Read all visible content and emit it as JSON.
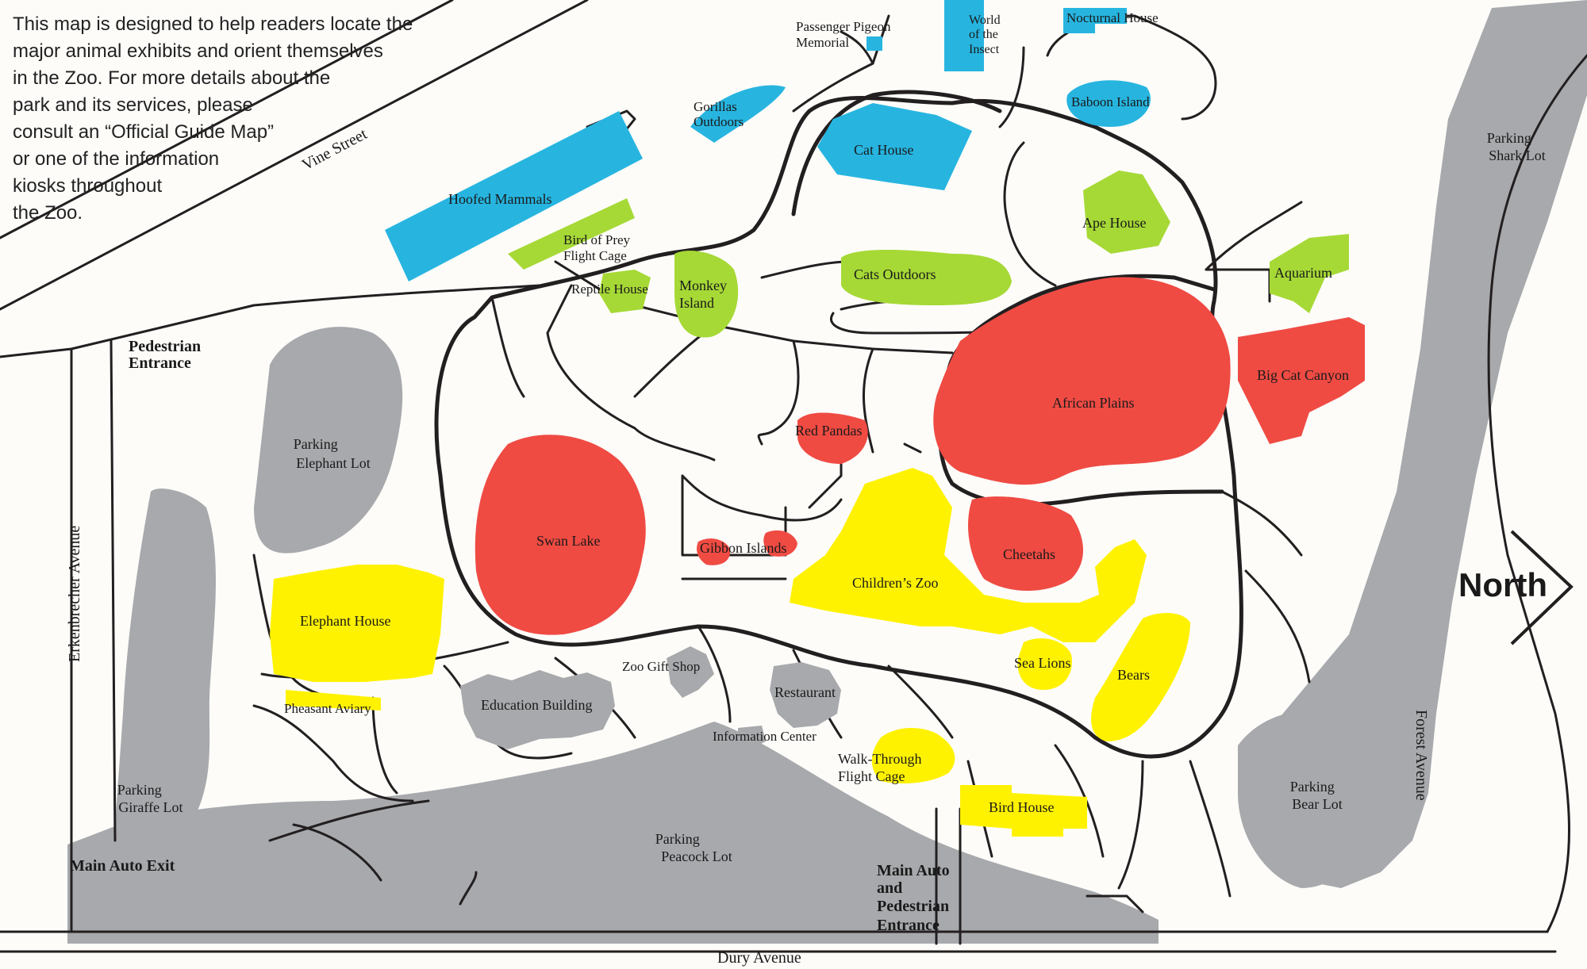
{
  "intro_text": "This map is designed to help readers locate the\nmajor animal exhibits and orient themselves\nin the Zoo. For more details about the\npark and its services, please\nconsult an “Official Guide Map”\nor one of the information\nkiosks throughout\nthe Zoo.",
  "colors": {
    "background": "#fdfcf9",
    "parking": "#a7a9ac",
    "blue": "#27b5e0",
    "green": "#a6d936",
    "red": "#ef4b43",
    "yellow": "#fff200",
    "road": "#231f20"
  },
  "streets": {
    "vine": "Vine Street",
    "erkenbrecher": "Erkenbrecher Avenue",
    "forest": "Forest Avenue",
    "dury": "Dury Avenue"
  },
  "entrances": {
    "pedestrian": [
      "Pedestrian",
      "Entrance"
    ],
    "main_exit": "Main Auto Exit",
    "main_entrance": [
      "Main Auto",
      "and",
      "Pedestrian",
      "Entrance"
    ]
  },
  "parking": {
    "shark": [
      "Parking",
      "Shark Lot"
    ],
    "elephant": [
      "Parking",
      "Elephant Lot"
    ],
    "giraffe": [
      "Parking",
      "Giraffe Lot"
    ],
    "peacock": [
      "Parking",
      "Peacock Lot"
    ],
    "bear": [
      "Parking",
      "Bear Lot"
    ]
  },
  "exhibits": {
    "passenger_pigeon": [
      "Passenger Pigeon",
      "Memorial"
    ],
    "world_insect": [
      "World",
      "of the",
      "Insect"
    ],
    "nocturnal": "Nocturnal House",
    "gorillas": [
      "Gorillas",
      "Outdoors"
    ],
    "baboon": "Baboon Island",
    "cat_house": "Cat House",
    "hoofed": "Hoofed Mammals",
    "ape_house": "Ape House",
    "bird_of_prey": [
      "Bird of Prey",
      "Flight Cage"
    ],
    "reptile": "Reptile House",
    "monkey": [
      "Monkey",
      "Island"
    ],
    "cats_outdoors": "Cats Outdoors",
    "aquarium": "Aquarium",
    "big_cat": "Big Cat Canyon",
    "african_plains": "African Plains",
    "red_pandas": "Red Pandas",
    "swan_lake": "Swan Lake",
    "gibbon": "Gibbon Islands",
    "cheetahs": "Cheetahs",
    "childrens_zoo": "Children’s Zoo",
    "elephant_house": "Elephant House",
    "sea_lions": "Sea Lions",
    "bears": "Bears",
    "pheasant": "Pheasant Aviary",
    "walk_through": [
      "Walk-Through",
      "Flight Cage"
    ],
    "bird_house": "Bird House"
  },
  "facilities": {
    "gift_shop": "Zoo Gift Shop",
    "education": "Education Building",
    "restaurant": "Restaurant",
    "info_center": "Information Center"
  },
  "compass": "North"
}
